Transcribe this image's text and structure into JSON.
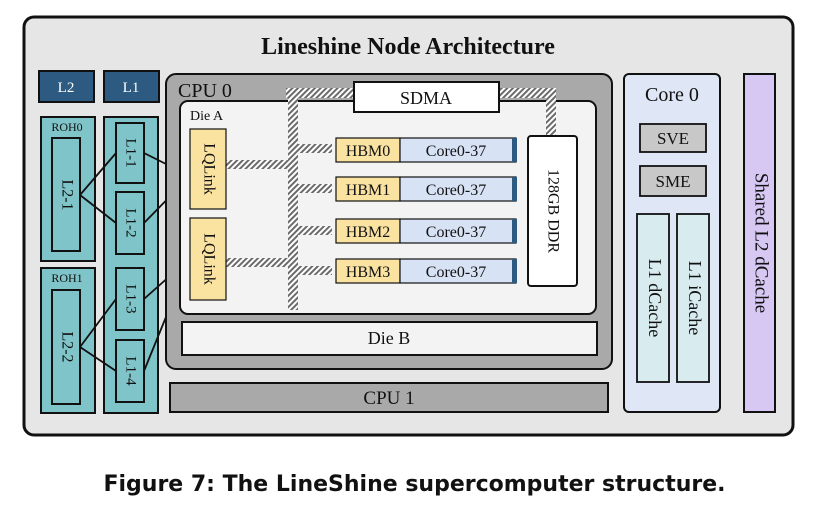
{
  "title": "Lineshine Node Architecture",
  "caption": "Figure 7: The LineShine supercomputer structure.",
  "left_panel": {
    "top_l2": "L2",
    "top_l1": "L1",
    "roh0": "ROH0",
    "roh1": "ROH1",
    "l2_1": "L2-1",
    "l2_2": "L2-2",
    "l1_1": "L1-1",
    "l1_2": "L1-2",
    "l1_3": "L1-3",
    "l1_4": "L1-4"
  },
  "cpu0": {
    "label": "CPU 0",
    "sdma": "SDMA",
    "die_a": "Die A",
    "die_b": "Die B",
    "lqlink_top": "LQLink",
    "lqlink_bottom": "LQLink",
    "ddr": "128GB DDR",
    "hbm": [
      {
        "name": "HBM0",
        "cores": "Core0-37"
      },
      {
        "name": "HBM1",
        "cores": "Core0-37"
      },
      {
        "name": "HBM2",
        "cores": "Core0-37"
      },
      {
        "name": "HBM3",
        "cores": "Core0-37"
      }
    ]
  },
  "cpu1": {
    "label": "CPU 1"
  },
  "core0": {
    "label": "Core 0",
    "sve": "SVE",
    "sme": "SME",
    "l1_dcache": "L1 dCache",
    "l1_icache": "L1 iCache"
  },
  "shared_l2": "Shared L2 dCache",
  "colors": {
    "teal": "#7fc4c8",
    "teal_dark": "#1a4f5b",
    "navy": "#2c5a80",
    "gray_panel": "#e6e6e6",
    "cpu_gray": "#a9a9a9",
    "hbm_yellow": "#fae2a1",
    "core_blue": "#d7e2f5",
    "lavender": "#d6c8f3",
    "core0_bg": "#dfe6f6"
  }
}
